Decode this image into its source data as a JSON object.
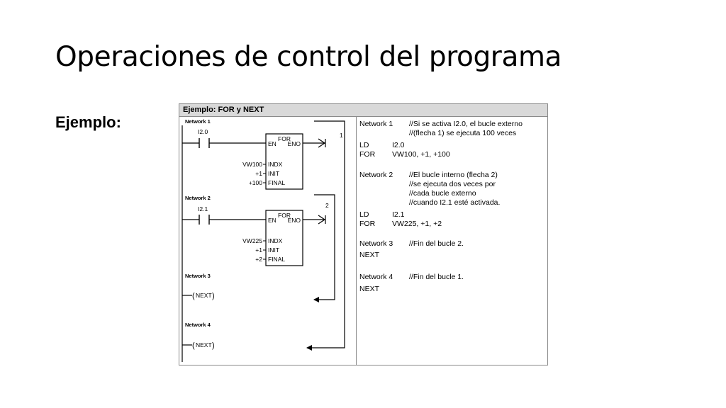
{
  "slide": {
    "title": "Operaciones de control del programa",
    "subtitle": "Ejemplo:"
  },
  "figure": {
    "header": "Ejemplo: FOR y NEXT",
    "ladder": {
      "networks": [
        "Network 1",
        "Network 2",
        "Network 3",
        "Network 4"
      ],
      "contacts": [
        "I2.0",
        "I2.1"
      ],
      "box_title": "FOR",
      "pins": {
        "en": "EN",
        "eno": "ENO",
        "indx": "INDX",
        "init": "INIT",
        "final": "FINAL"
      },
      "loop1_params": {
        "indx": "VW100",
        "init": "+1",
        "final": "+100"
      },
      "loop2_params": {
        "indx": "VW225",
        "init": "+1",
        "final": "+2"
      },
      "next_coil": "NEXT",
      "arrow_labels": [
        "1",
        "2"
      ]
    },
    "code": [
      {
        "label": "Network 1",
        "rest": "//Si se activa I2.0, el bucle externo",
        "style": "net"
      },
      {
        "label": "",
        "rest": "//(flecha 1) se ejecuta 100 veces",
        "style": "net"
      },
      {
        "label": "LD",
        "rest": "I2.0",
        "style": "inst"
      },
      {
        "label": "FOR",
        "rest": "VW100, +1, +100",
        "style": "inst"
      },
      {
        "label": "Network 2",
        "rest": "//El bucle interno (flecha 2)",
        "style": "net"
      },
      {
        "label": "",
        "rest": "//se ejecuta dos veces por",
        "style": "net"
      },
      {
        "label": "",
        "rest": "//cada bucle externo",
        "style": "net"
      },
      {
        "label": "",
        "rest": "//cuando I2.1 esté activada.",
        "style": "net"
      },
      {
        "label": "LD",
        "rest": "I2.1",
        "style": "inst"
      },
      {
        "label": "FOR",
        "rest": "VW225, +1, +2",
        "style": "inst"
      },
      {
        "label": "Network 3",
        "rest": "//Fin del bucle 2.",
        "style": "net"
      },
      {
        "label": "NEXT",
        "rest": "",
        "style": "inst"
      },
      {
        "label": "Network 4",
        "rest": "//Fin del bucle 1.",
        "style": "net"
      },
      {
        "label": "NEXT",
        "rest": "",
        "style": "inst"
      }
    ]
  }
}
